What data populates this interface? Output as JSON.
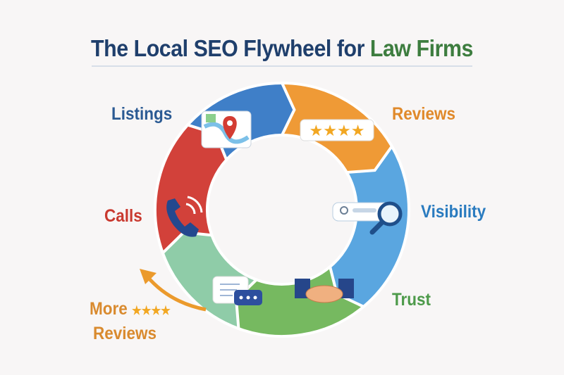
{
  "title": {
    "main": "The Local SEO Flywheel for",
    "highlight": "Law Firms"
  },
  "stages": [
    {
      "label": "Listings",
      "color": "#2b5a93",
      "icon": "map-pin-icon"
    },
    {
      "label": "Reviews",
      "color": "#e0892a",
      "icon": "star-rating-icon"
    },
    {
      "label": "Visibility",
      "color": "#2a7bbf",
      "icon": "search-icon"
    },
    {
      "label": "Trust",
      "color": "#4d9a4a",
      "icon": "handshake-icon"
    },
    {
      "label": "Calls",
      "color": "#c9392f",
      "icon": "phone-icon"
    }
  ],
  "more_reviews": {
    "line1": "More",
    "line2": "Reviews",
    "color": "#d98a2e",
    "stars": "★★★★"
  },
  "stars_card": "★★★★"
}
